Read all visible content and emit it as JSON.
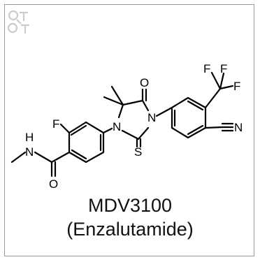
{
  "figure": {
    "compound_code": "MDV3100",
    "compound_name": "(Enzalutamide)"
  },
  "atoms": {
    "fluoro_aryl": "F",
    "nh_h": "H",
    "nh_n": "N",
    "amide_o": "O",
    "ring_n1": "N",
    "ring_n3": "N",
    "carbonyl_o": "O",
    "thione_s": "S",
    "cf3_f1": "F",
    "cf3_f2": "F",
    "cf3_f3": "F",
    "nitrile_n": "N"
  },
  "colors": {
    "ink": "#000000",
    "frame": "#9a9a9a",
    "watermark": "#c8c8c8"
  },
  "icons": {
    "watermark": "faded-logo-icon"
  }
}
